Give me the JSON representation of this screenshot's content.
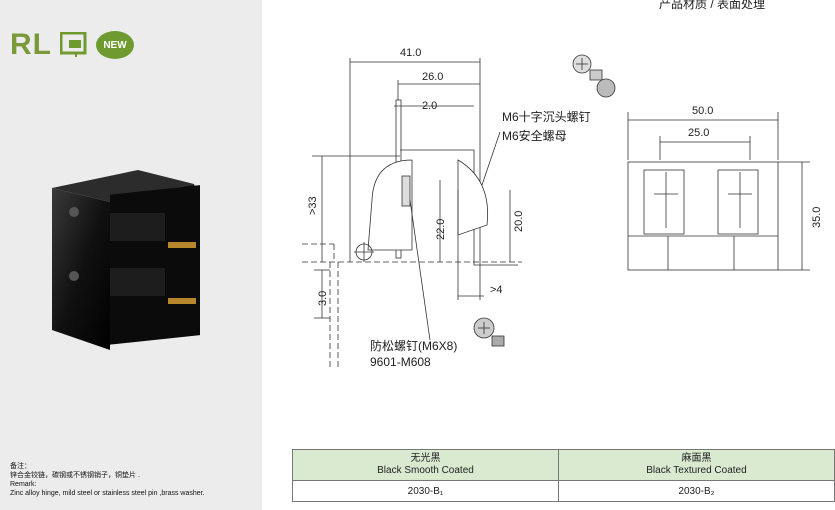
{
  "brand": {
    "rl": "RL",
    "new_badge": "NEW"
  },
  "top_caption": "产品材质 / 表面处理",
  "remark": {
    "title_cn": "备注：",
    "text_cn": "锌合金铰链，碳钢或不锈钢销子，铜垫片 .",
    "title_en": "Remark:",
    "text_en": "Zinc alloy hinge, mild steel or stainless steel pin ,brass washer."
  },
  "drawing": {
    "dim_41": "41.0",
    "dim_26": "26.0",
    "dim_2": "2.0",
    "dim_gt33": ">33",
    "dim_22": "22.0",
    "dim_20": "20.0",
    "dim_3": "3.0",
    "dim_gt4": ">4",
    "dim_50": "50.0",
    "dim_25": "25.0",
    "dim_35": "35.0",
    "screw_label_1": "M6十字沉头螺钉",
    "screw_label_2": "M6安全螺母",
    "anti_loose_label": "防松螺钉(M6X8)",
    "anti_loose_code": "9601-M608"
  },
  "finish_table": {
    "col1_cn": "无光黑",
    "col1_en": "Black Smooth Coated",
    "col2_cn": "麻面黑",
    "col2_en": "Black Textured Coated",
    "code1": "2030-B₁",
    "code2": "2030-B₂"
  }
}
